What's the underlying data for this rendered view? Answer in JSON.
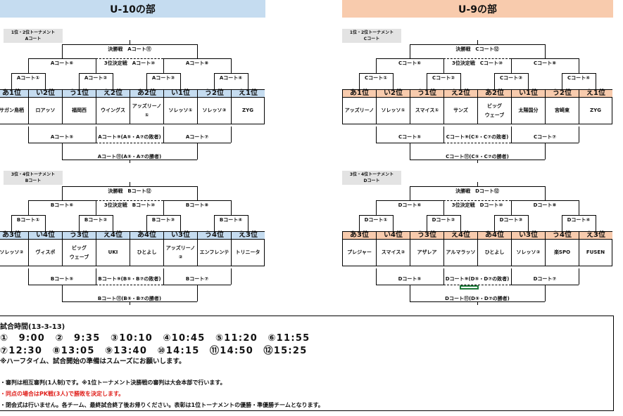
{
  "sections": [
    {
      "title": "U-10の部",
      "color": "#c5dcf0"
    },
    {
      "title": "U-9の部",
      "color": "#f8cbad"
    }
  ],
  "brackets": [
    {
      "tag": [
        "1位・2位トーナメント",
        "Aコート"
      ],
      "header_color": "#c5dcf0",
      "final": "決勝戦　Aコート⑪",
      "third": "3位決定戦　Aコート⑩",
      "semis": [
        "Aコート⑥",
        "Aコート⑧"
      ],
      "qf": [
        "Aコート①",
        "Aコート②",
        "Aコート③",
        "Aコート④"
      ],
      "seeds": [
        "あ1位",
        "い2位",
        "う1位",
        "え2位",
        "あ2位",
        "い1位",
        "う2位",
        "え1位"
      ],
      "teams": [
        "サガン鳥栖",
        "ロアッソ",
        "福岡西",
        "ウイングス",
        "アッズリーノ\n①",
        "ソレッソ①",
        "ソレッソ③",
        "ZYG"
      ],
      "lower": {
        "left": "Aコート⑤",
        "mid": "Aコート⑨(A⑤・A⑦の敗者)",
        "right": "Aコート⑦",
        "final": "Aコート⑪(A⑤・A⑦の勝者)"
      }
    },
    {
      "tag": [
        "1位・2位トーナメント",
        "Cコート"
      ],
      "header_color": "#f8cbad",
      "final": "決勝戦　Cコート⑫",
      "third": "3位決定戦　Cコート⑩",
      "semis": [
        "Cコート⑥",
        "Cコート⑧"
      ],
      "qf": [
        "Cコート①",
        "Cコート②",
        "Cコート③",
        "Cコート④"
      ],
      "seeds": [
        "あ1位",
        "い2位",
        "う1位",
        "え2位",
        "あ2位",
        "い1位",
        "う2位",
        "え1位"
      ],
      "teams": [
        "アッズリーノ",
        "ソレッソ①",
        "スマイス①",
        "サンズ",
        "ビッグ\nウェーブ",
        "太陽国分",
        "宮崎東",
        "ZYG"
      ],
      "lower": {
        "left": "Cコート⑤",
        "mid": "Cコート⑨(C⑤・C⑦の敗者)",
        "right": "Cコート⑦",
        "final": "Cコート⑪(C⑤・C⑦の勝者)"
      }
    },
    {
      "tag": [
        "3位・4位トーナメント",
        "Bコート"
      ],
      "header_color": "#c5dcf0",
      "final": "決勝戦　Bコート⑫",
      "third": "3位決定戦　Bコート⑩",
      "semis": [
        "Bコート⑥",
        "Bコート⑧"
      ],
      "qf": [
        "Bコート①",
        "Bコート②",
        "Bコート③",
        "Bコート④"
      ],
      "seeds": [
        "あ3位",
        "い4位",
        "う3位",
        "え4位",
        "あ4位",
        "い3位",
        "う4位",
        "え3位"
      ],
      "teams": [
        "ソレッソ②",
        "ヴィスポ",
        "ビッグ\nウェーブ",
        "UKI",
        "ひとよし",
        "アッズリーノ\n②",
        "エンフレンテ",
        "トリニータ"
      ],
      "lower": {
        "left": "Bコート⑤",
        "mid": "Bコート⑨(B⑤・B⑦の敗者)",
        "right": "Bコート⑦",
        "final": "Bコート⑪(B⑤・B⑦の勝者)"
      }
    },
    {
      "tag": [
        "3位・4位トーナメント",
        "Dコート"
      ],
      "header_color": "#f8cbad",
      "final": "決勝戦　Dコート⑫",
      "third": "3位決定戦　Dコート⑩",
      "semis": [
        "Dコート⑥",
        "Dコート⑧"
      ],
      "qf": [
        "Dコート①",
        "Dコート②",
        "Dコート③",
        "Dコート④"
      ],
      "seeds": [
        "あ3位",
        "い4位",
        "う3位",
        "え4位",
        "あ4位",
        "い3位",
        "う4位",
        "え3位"
      ],
      "teams": [
        "プレジャー",
        "スマイス②",
        "アザレア",
        "アルマラッソ",
        "ひとよし",
        "ソレッソ②",
        "楽SPO",
        "FUSEN"
      ],
      "lower": {
        "left": "Dコート⑤",
        "mid": "Dコート⑨(D⑤・D⑦の敗者)",
        "right": "Dコート⑦",
        "final": "Dコート⑪(D⑤・D⑦の勝者)"
      }
    }
  ],
  "info": {
    "title": "試合時間(13-3-13)",
    "times1": "①　9:00　②　9:35　③10:10　④10:45　⑤11:20　⑥11:55",
    "times2": "⑦12:30　⑧13:05　⑨13:40　⑩14:15　⑪14:50　⑫15:25",
    "note": "※ハーフタイム、試合開始の準備はスムーズにお願いします。",
    "rule1": "・審判は相互審判(1人制)です。※1位トーナメント決勝戦の審判は大会本部で行います。",
    "rule2": "・同点の場合はPK戦(3人)で勝敗を決定します。",
    "rule3": "・閉会式は行いません。各チーム、最終試合終了後お帰りください。表彰は1位トーナメントの優勝・準優勝チームとなります。",
    "rule2_color": "#e0201c"
  }
}
